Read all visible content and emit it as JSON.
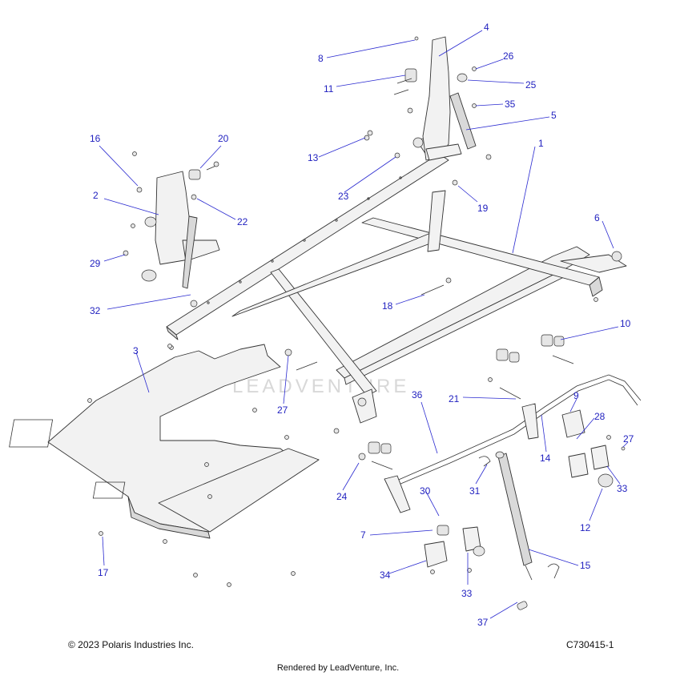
{
  "callouts": [
    "1",
    "2",
    "3",
    "4",
    "5",
    "6",
    "7",
    "8",
    "9",
    "10",
    "11",
    "12",
    "13",
    "14",
    "15",
    "16",
    "17",
    "18",
    "19",
    "20",
    "21",
    "22",
    "23",
    "24",
    "25",
    "26",
    "27",
    "27",
    "28",
    "29",
    "30",
    "31",
    "32",
    "33",
    "33",
    "34",
    "35",
    "36",
    "37"
  ],
  "watermark": "LEADVENTURE",
  "footer": {
    "copyright": "© 2023 Polaris Industries Inc.",
    "diagram_id": "C730415-1",
    "rendered_by": "Rendered by LeadVenture, Inc."
  },
  "colors": {
    "callout": "#1f1fbf",
    "line": "#333333"
  }
}
